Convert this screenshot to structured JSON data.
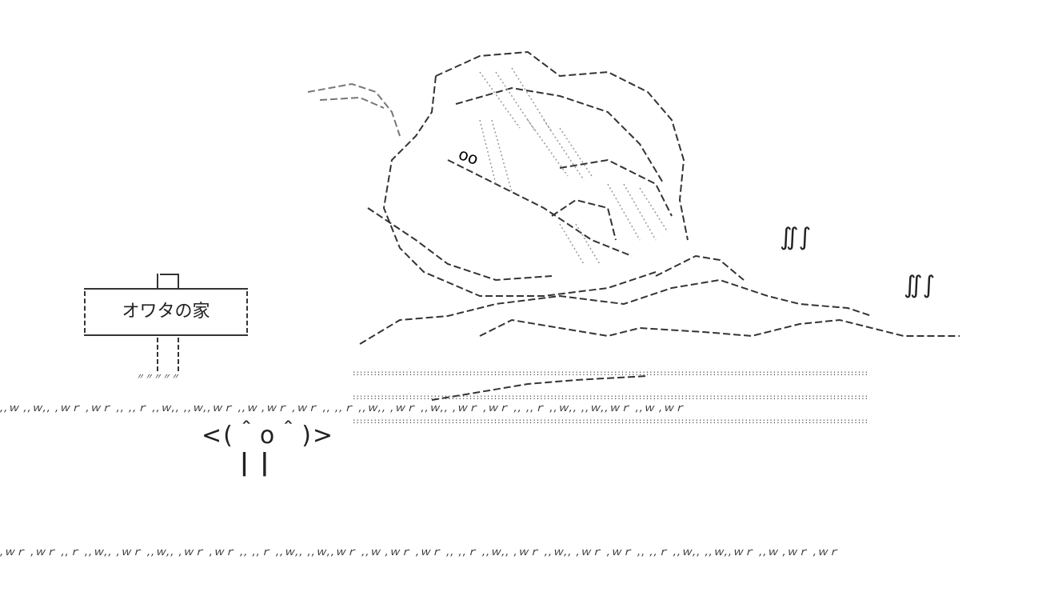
{
  "sign": {
    "text": "オワタの家",
    "grass": "〃〃〃〃〃"
  },
  "face": {
    "text": "<(＾o＾)>",
    "legs": "| |"
  },
  "smoke": [
    "∬∫",
    "∬∫"
  ],
  "ground": {
    "upper": ",,ｗ ,,ｗ,, ,ｗｒ ,ｗｒ ,, ,,ｒ ,,ｗ,, ,,ｗ,,ｗｒ ,,ｗ ,ｗｒ ,ｗｒ ,, ,,ｒ ,,ｗ,, ,ｗｒ ,,ｗ,, ,ｗｒ ,ｗｒ ,, ,,ｒ ,,ｗ,, ,,ｗ,,ｗｒ ,,ｗ ,ｗｒ",
    "lower": ",ｗｒ ,ｗｒ ,,ｒ ,,ｗ,, ,ｗｒ ,,ｗ,, ,ｗｒ ,ｗｒ ,, ,,ｒ ,,ｗ,, ,,ｗ,,ｗｒ ,,ｗ ,ｗｒ ,ｗｒ ,, ,,ｒ ,,ｗ,, ,ｗｒ ,,ｗ,, ,ｗｒ ,ｗｒ ,, ,,ｒ ,,ｗ,, ,,ｗ,,ｗｒ ,,ｗ ,ｗｒ ,ｗｒ"
  },
  "rubble": {
    "oo": "oo",
    "dots": "::::::::::::::::::::::::::::::::::::::::::::::::::::::::::::::::::::::::::::::::::::::::::::::::::::::::::::::::::::::::::::::::::::::::::::::::::"
  }
}
